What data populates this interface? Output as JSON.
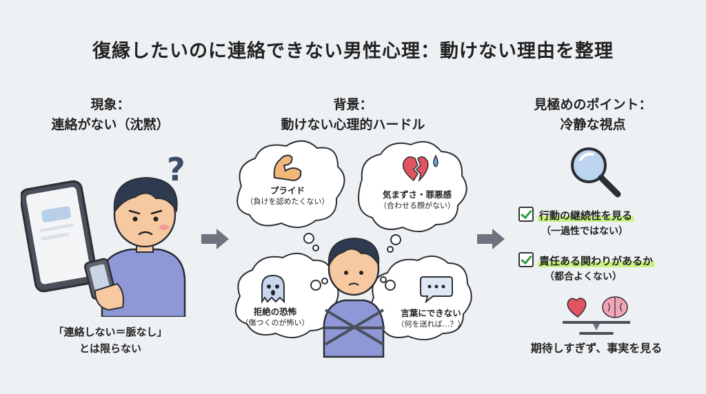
{
  "title": "復縁したいのに連絡できない男性心理：動けない理由を整理",
  "left": {
    "heading_line1": "現象：",
    "heading_line2": "連絡がない（沈黙）",
    "caption_line1": "「連絡しない＝脈なし」",
    "caption_line2": "とは限らない"
  },
  "middle": {
    "heading_line1": "背景：",
    "heading_line2": "動けない心理的ハードル",
    "bubbles": [
      {
        "title": "プライド",
        "sub": "（負けを認めたくない）",
        "icon": "flexed-arm-icon"
      },
      {
        "title": "気まずさ・罪悪感",
        "sub": "（合わせる顔がない）",
        "icon": "broken-heart-icon"
      },
      {
        "title": "拒絶の恐怖",
        "sub": "（傷つくのが怖い）",
        "icon": "ghost-icon"
      },
      {
        "title": "言葉にできない",
        "sub": "（何を送れば…？）",
        "icon": "speech-bubble-icon"
      }
    ]
  },
  "right": {
    "heading_line1": "見極めのポイント：",
    "heading_line2": "冷静な視点",
    "checks": [
      {
        "label": "行動の継続性を見る",
        "sub": "（一過性ではない）"
      },
      {
        "label": "責任ある関わりがあるか",
        "sub": "（都合よくない）"
      }
    ],
    "caption": "期待しすぎず、事実を見る"
  },
  "colors": {
    "background": "#eef1f4",
    "highlight": "#c7f27f",
    "check": "#2e9a3b",
    "arrow": "#6d7480",
    "shirt": "#8e98d6",
    "heart": "#e0555f"
  }
}
